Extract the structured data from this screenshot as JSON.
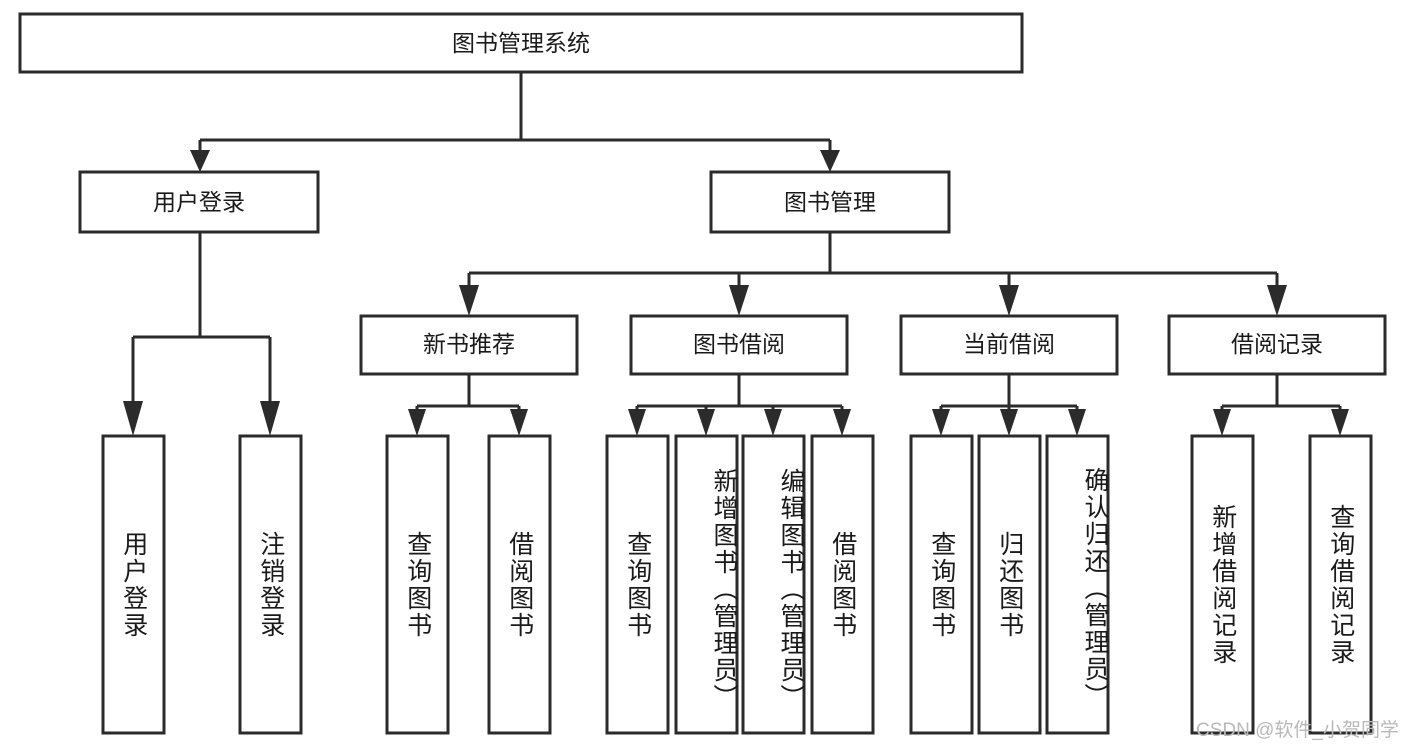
{
  "diagram": {
    "type": "tree-hierarchy",
    "title": "图书管理系统",
    "root": {
      "label": "图书管理系统",
      "orientation": "horizontal"
    },
    "level2": [
      {
        "label": "用户登录",
        "orientation": "horizontal"
      },
      {
        "label": "图书管理",
        "orientation": "horizontal"
      }
    ],
    "level3": [
      {
        "label": "新书推荐",
        "orientation": "horizontal",
        "parent": "图书管理"
      },
      {
        "label": "图书借阅",
        "orientation": "horizontal",
        "parent": "图书管理"
      },
      {
        "label": "当前借阅",
        "orientation": "horizontal",
        "parent": "图书管理"
      },
      {
        "label": "借阅记录",
        "orientation": "horizontal",
        "parent": "图书管理"
      }
    ],
    "leaves": {
      "user_login": [
        {
          "label": "用户登录",
          "orientation": "vertical"
        },
        {
          "label": "注销登录",
          "orientation": "vertical"
        }
      ],
      "new_book_recommend": [
        {
          "label": "查询图书",
          "orientation": "vertical"
        },
        {
          "label": "借阅图书",
          "orientation": "vertical"
        }
      ],
      "book_borrow": [
        {
          "label": "查询图书",
          "orientation": "vertical"
        },
        {
          "label": "新增图书（管理员）",
          "orientation": "vertical"
        },
        {
          "label": "编辑图书（管理员）",
          "orientation": "vertical"
        },
        {
          "label": "借阅图书",
          "orientation": "vertical"
        }
      ],
      "current_borrow": [
        {
          "label": "查询图书",
          "orientation": "vertical"
        },
        {
          "label": "归还图书",
          "orientation": "vertical"
        },
        {
          "label": "确认归还（管理员）",
          "orientation": "vertical"
        }
      ],
      "borrow_record": [
        {
          "label": "新增借阅记录",
          "orientation": "vertical"
        },
        {
          "label": "查询借阅记录",
          "orientation": "vertical"
        }
      ]
    }
  },
  "watermark": {
    "text": "CSDN @软件_小贺同学"
  },
  "colors": {
    "stroke": "#2b2b2b",
    "fill": "#ffffff",
    "text": "#1a1a1a",
    "watermark": "#b9b9b9"
  }
}
